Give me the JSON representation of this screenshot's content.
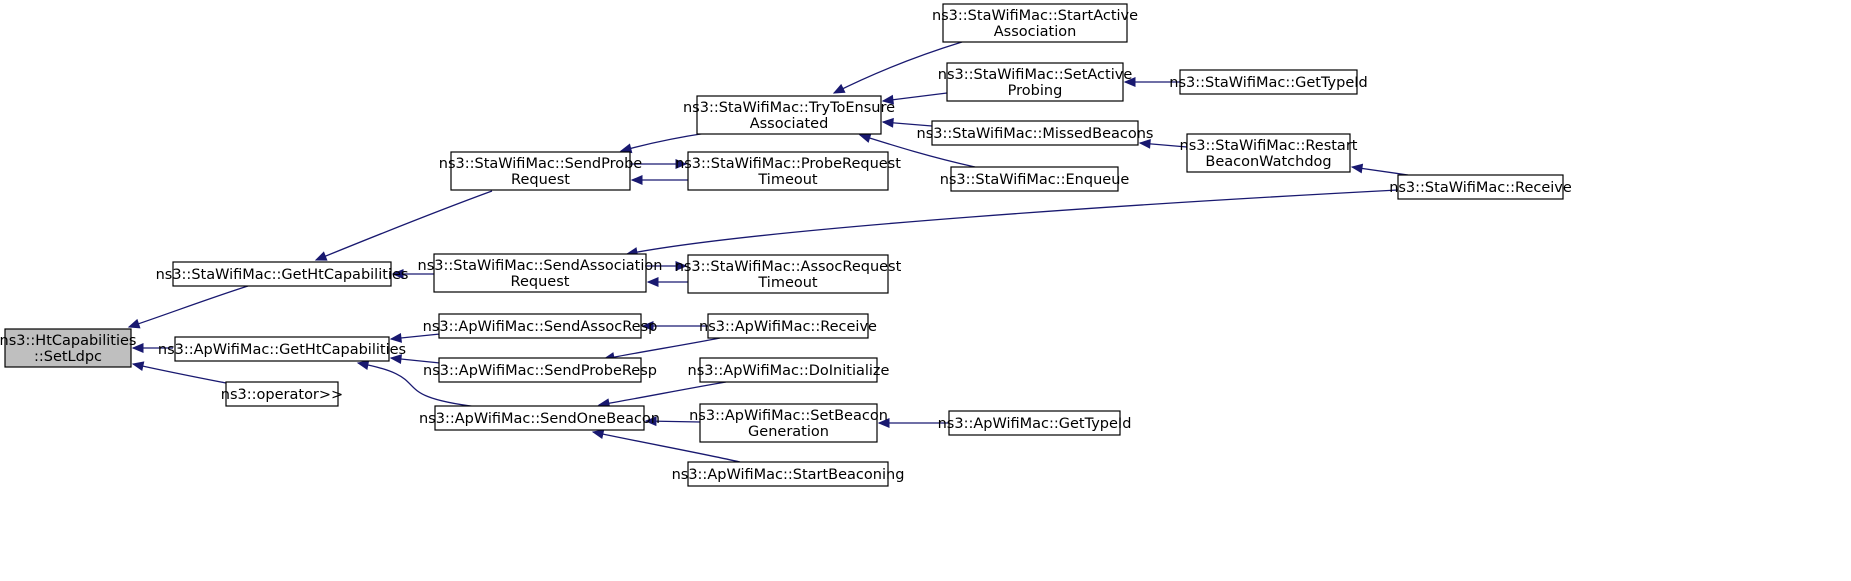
{
  "colors": {
    "edge": "#191970",
    "node_border": "#000000",
    "root_fill": "#bfbfbf",
    "node_fill": "#ffffff"
  },
  "nodes": {
    "n_setldpc": {
      "lines": [
        "ns3::HtCapabilities",
        "::SetLdpc"
      ],
      "root": true
    },
    "n_sta_getht": {
      "lines": [
        "ns3::StaWifiMac::GetHtCapabilities"
      ]
    },
    "n_ap_getht": {
      "lines": [
        "ns3::ApWifiMac::GetHtCapabilities"
      ]
    },
    "n_operator": {
      "lines": [
        "ns3::operator>>"
      ]
    },
    "n_sendprobe": {
      "lines": [
        "ns3::StaWifiMac::SendProbe",
        "Request"
      ]
    },
    "n_sendassoc": {
      "lines": [
        "ns3::StaWifiMac::SendAssociation",
        "Request"
      ]
    },
    "n_sendassocresp": {
      "lines": [
        "ns3::ApWifiMac::SendAssocResp"
      ]
    },
    "n_sendproberesp": {
      "lines": [
        "ns3::ApWifiMac::SendProbeResp"
      ]
    },
    "n_sendonebeacon": {
      "lines": [
        "ns3::ApWifiMac::SendOneBeacon"
      ]
    },
    "n_trytoensure": {
      "lines": [
        "ns3::StaWifiMac::TryToEnsure",
        "Associated"
      ]
    },
    "n_probetimeout": {
      "lines": [
        "ns3::StaWifiMac::ProbeRequest",
        "Timeout"
      ]
    },
    "n_assoctimeout": {
      "lines": [
        "ns3::StaWifiMac::AssocRequest",
        "Timeout"
      ]
    },
    "n_ap_receive": {
      "lines": [
        "ns3::ApWifiMac::Receive"
      ]
    },
    "n_doinitialize": {
      "lines": [
        "ns3::ApWifiMac::DoInitialize"
      ]
    },
    "n_setbeacongen": {
      "lines": [
        "ns3::ApWifiMac::SetBeacon",
        "Generation"
      ]
    },
    "n_startbeaconing": {
      "lines": [
        "ns3::ApWifiMac::StartBeaconing"
      ]
    },
    "n_startactive": {
      "lines": [
        "ns3::StaWifiMac::StartActive",
        "Association"
      ]
    },
    "n_setactiveprob": {
      "lines": [
        "ns3::StaWifiMac::SetActive",
        "Probing"
      ]
    },
    "n_missedbeacons": {
      "lines": [
        "ns3::StaWifiMac::MissedBeacons"
      ]
    },
    "n_enqueue": {
      "lines": [
        "ns3::StaWifiMac::Enqueue"
      ]
    },
    "n_ap_gettypeid": {
      "lines": [
        "ns3::ApWifiMac::GetTypeId"
      ]
    },
    "n_sta_gettypeid": {
      "lines": [
        "ns3::StaWifiMac::GetTypeId"
      ]
    },
    "n_restartbeacon": {
      "lines": [
        "ns3::StaWifiMac::Restart",
        "BeaconWatchdog"
      ]
    },
    "n_sta_receive": {
      "lines": [
        "ns3::StaWifiMac::Receive"
      ]
    }
  },
  "edges": [
    {
      "to": "n_setldpc",
      "from": "n_sta_getht"
    },
    {
      "to": "n_setldpc",
      "from": "n_ap_getht"
    },
    {
      "to": "n_setldpc",
      "from": "n_operator"
    },
    {
      "to": "n_sta_getht",
      "from": "n_sendprobe"
    },
    {
      "to": "n_sta_getht",
      "from": "n_sendassoc"
    },
    {
      "to": "n_ap_getht",
      "from": "n_sendassocresp"
    },
    {
      "to": "n_ap_getht",
      "from": "n_sendproberesp"
    },
    {
      "to": "n_ap_getht",
      "from": "n_sendonebeacon"
    },
    {
      "to": "n_sendprobe",
      "from": "n_trytoensure"
    },
    {
      "to": "n_sendprobe",
      "from": "n_probetimeout"
    },
    {
      "to": "n_probetimeout",
      "from": "n_sendprobe"
    },
    {
      "to": "n_sendassoc",
      "from": "n_sta_receive"
    },
    {
      "to": "n_sendassoc",
      "from": "n_assoctimeout"
    },
    {
      "to": "n_assoctimeout",
      "from": "n_sendassoc"
    },
    {
      "to": "n_sendassocresp",
      "from": "n_ap_receive"
    },
    {
      "to": "n_sendproberesp",
      "from": "n_ap_receive"
    },
    {
      "to": "n_sendonebeacon",
      "from": "n_doinitialize"
    },
    {
      "to": "n_sendonebeacon",
      "from": "n_setbeacongen"
    },
    {
      "to": "n_sendonebeacon",
      "from": "n_startbeaconing"
    },
    {
      "to": "n_trytoensure",
      "from": "n_startactive"
    },
    {
      "to": "n_trytoensure",
      "from": "n_setactiveprob"
    },
    {
      "to": "n_trytoensure",
      "from": "n_missedbeacons"
    },
    {
      "to": "n_trytoensure",
      "from": "n_enqueue"
    },
    {
      "to": "n_setactiveprob",
      "from": "n_sta_gettypeid"
    },
    {
      "to": "n_missedbeacons",
      "from": "n_restartbeacon"
    },
    {
      "to": "n_restartbeacon",
      "from": "n_sta_receive"
    },
    {
      "to": "n_setbeacongen",
      "from": "n_ap_gettypeid"
    }
  ]
}
